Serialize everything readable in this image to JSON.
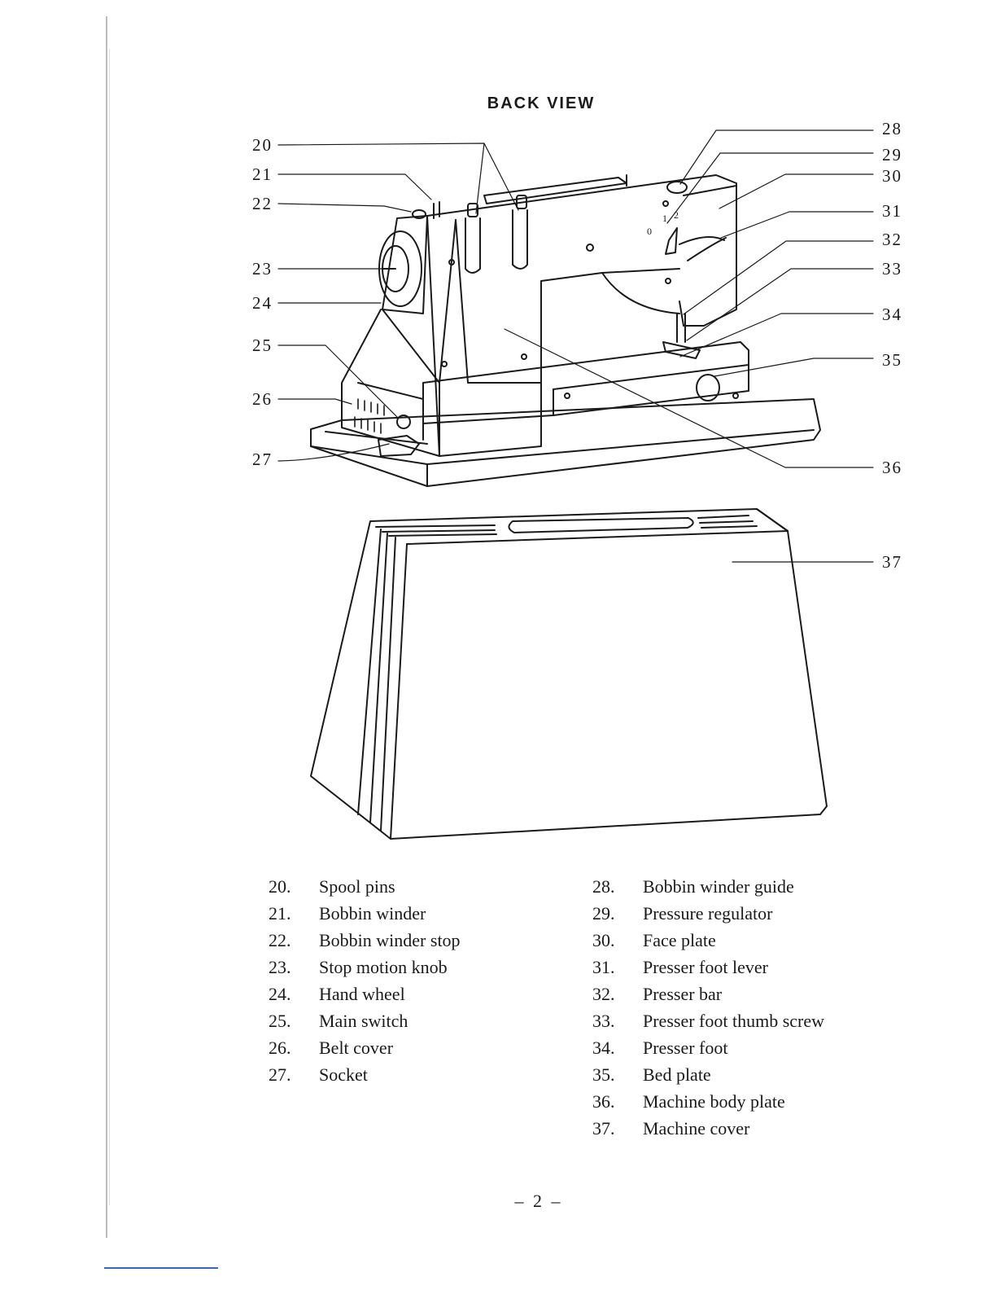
{
  "title": "BACK VIEW",
  "callouts_left": [
    "20",
    "21",
    "22",
    "23",
    "24",
    "25",
    "26",
    "27"
  ],
  "callouts_right": [
    "28",
    "29",
    "30",
    "31",
    "32",
    "33",
    "34",
    "35",
    "36",
    "37"
  ],
  "parts_col1": [
    {
      "num": "20.",
      "label": "Spool pins"
    },
    {
      "num": "21.",
      "label": "Bobbin winder"
    },
    {
      "num": "22.",
      "label": "Bobbin winder stop"
    },
    {
      "num": "23.",
      "label": "Stop motion knob"
    },
    {
      "num": "24.",
      "label": "Hand wheel"
    },
    {
      "num": "25.",
      "label": "Main switch"
    },
    {
      "num": "26.",
      "label": "Belt cover"
    },
    {
      "num": "27.",
      "label": "Socket"
    }
  ],
  "parts_col2": [
    {
      "num": "28.",
      "label": "Bobbin winder guide"
    },
    {
      "num": "29.",
      "label": "Pressure regulator"
    },
    {
      "num": "30.",
      "label": "Face plate"
    },
    {
      "num": "31.",
      "label": "Presser foot lever"
    },
    {
      "num": "32.",
      "label": "Presser bar"
    },
    {
      "num": "33.",
      "label": "Presser foot thumb screw"
    },
    {
      "num": "34.",
      "label": "Presser foot"
    },
    {
      "num": "35.",
      "label": "Bed plate"
    },
    {
      "num": "36.",
      "label": "Machine body plate"
    },
    {
      "num": "37.",
      "label": "Machine cover"
    }
  ],
  "page_number": "– 2 –"
}
